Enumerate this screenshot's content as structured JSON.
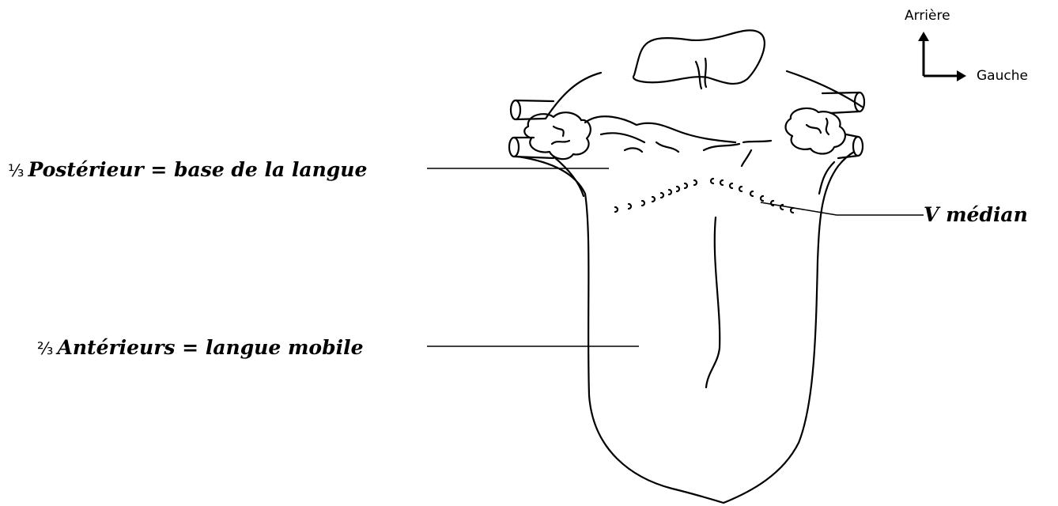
{
  "labels": {
    "posterior": {
      "fraction": "⅓",
      "text": "Postérieur = base de la langue"
    },
    "anterior": {
      "fraction": "⅔",
      "text": "Antérieurs = langue mobile"
    },
    "v_median": {
      "text": "V médian"
    }
  },
  "orientation": {
    "up": "Arrière",
    "right": "Gauche"
  },
  "colors": {
    "ink": "#000000",
    "background": "#ffffff"
  }
}
